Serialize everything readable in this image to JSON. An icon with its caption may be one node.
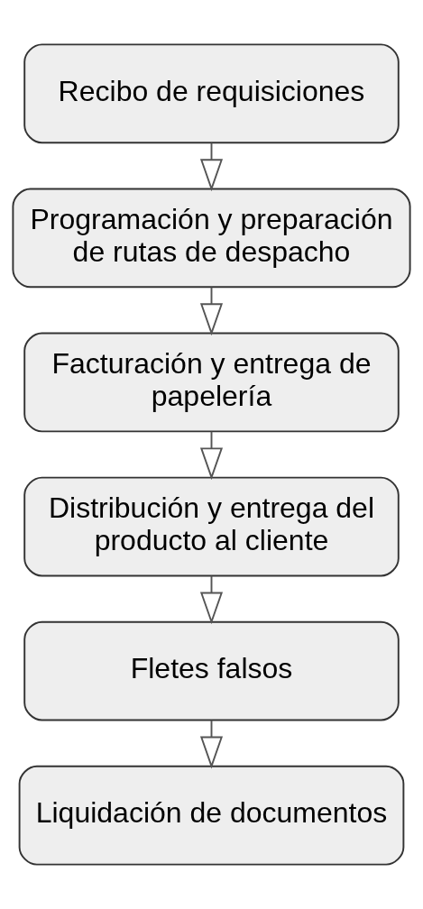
{
  "diagram": {
    "nodes": [
      {
        "text": [
          "Recibo de requisiciones"
        ]
      },
      {
        "text": [
          "Programación y preparación de rutas de despacho"
        ]
      },
      {
        "text": [
          "Facturación y entrega de papelería"
        ]
      },
      {
        "text": [
          "Distribución y entrega del producto al cliente"
        ]
      },
      {
        "text": [
          "Fletes falsos"
        ]
      },
      {
        "text": [
          "Liquidación de documentos"
        ]
      }
    ],
    "edges": [
      {
        "from": 0,
        "to": 1,
        "arrow": "to"
      },
      {
        "from": 1,
        "to": 2,
        "arrow": "to"
      },
      {
        "from": 2,
        "to": 3,
        "arrow": "to"
      },
      {
        "from": 3,
        "to": 4,
        "arrow": "to"
      },
      {
        "from": 4,
        "to": 5,
        "arrow": "to"
      }
    ]
  }
}
